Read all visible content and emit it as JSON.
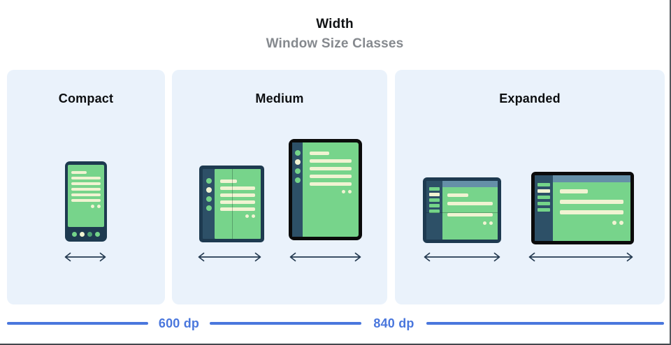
{
  "header": {
    "title": "Width",
    "subtitle": "Window Size Classes"
  },
  "panels": [
    {
      "id": "compact",
      "label": "Compact",
      "devices": [
        "phone-portrait"
      ]
    },
    {
      "id": "medium",
      "label": "Medium",
      "devices": [
        "foldable-portrait",
        "tablet-portrait"
      ]
    },
    {
      "id": "expanded",
      "label": "Expanded",
      "devices": [
        "foldable-landscape",
        "tablet-landscape"
      ]
    }
  ],
  "ruler": {
    "breakpoints": [
      {
        "label": "600 dp"
      },
      {
        "label": "840 dp"
      }
    ]
  },
  "colors": {
    "accent_blue": "#4a77dd",
    "panel_background": "#eaf2fb",
    "device_frame_navy": "#1e3a50",
    "device_rail_navy": "#2d5067",
    "screen_green": "#74d489",
    "content_cream": "#f1f3d2",
    "app_header_blue": "#6590a8",
    "device_frame_black": "#0b0b0b",
    "subtitle_gray": "#85898e"
  }
}
